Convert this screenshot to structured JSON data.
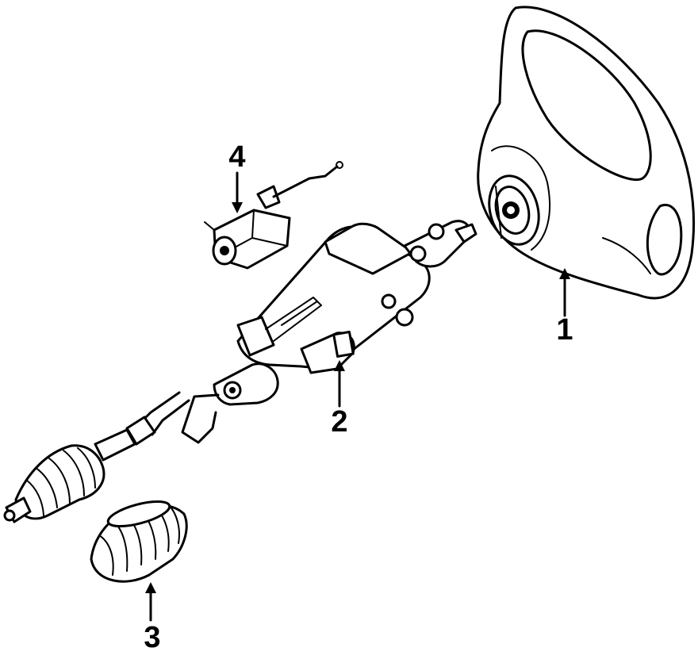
{
  "callouts": [
    {
      "label": "1"
    },
    {
      "label": "2"
    },
    {
      "label": "3"
    },
    {
      "label": "4"
    }
  ],
  "parts": [
    "steering-wheel",
    "steering-column",
    "column-boot",
    "ignition-lock-cylinder"
  ]
}
